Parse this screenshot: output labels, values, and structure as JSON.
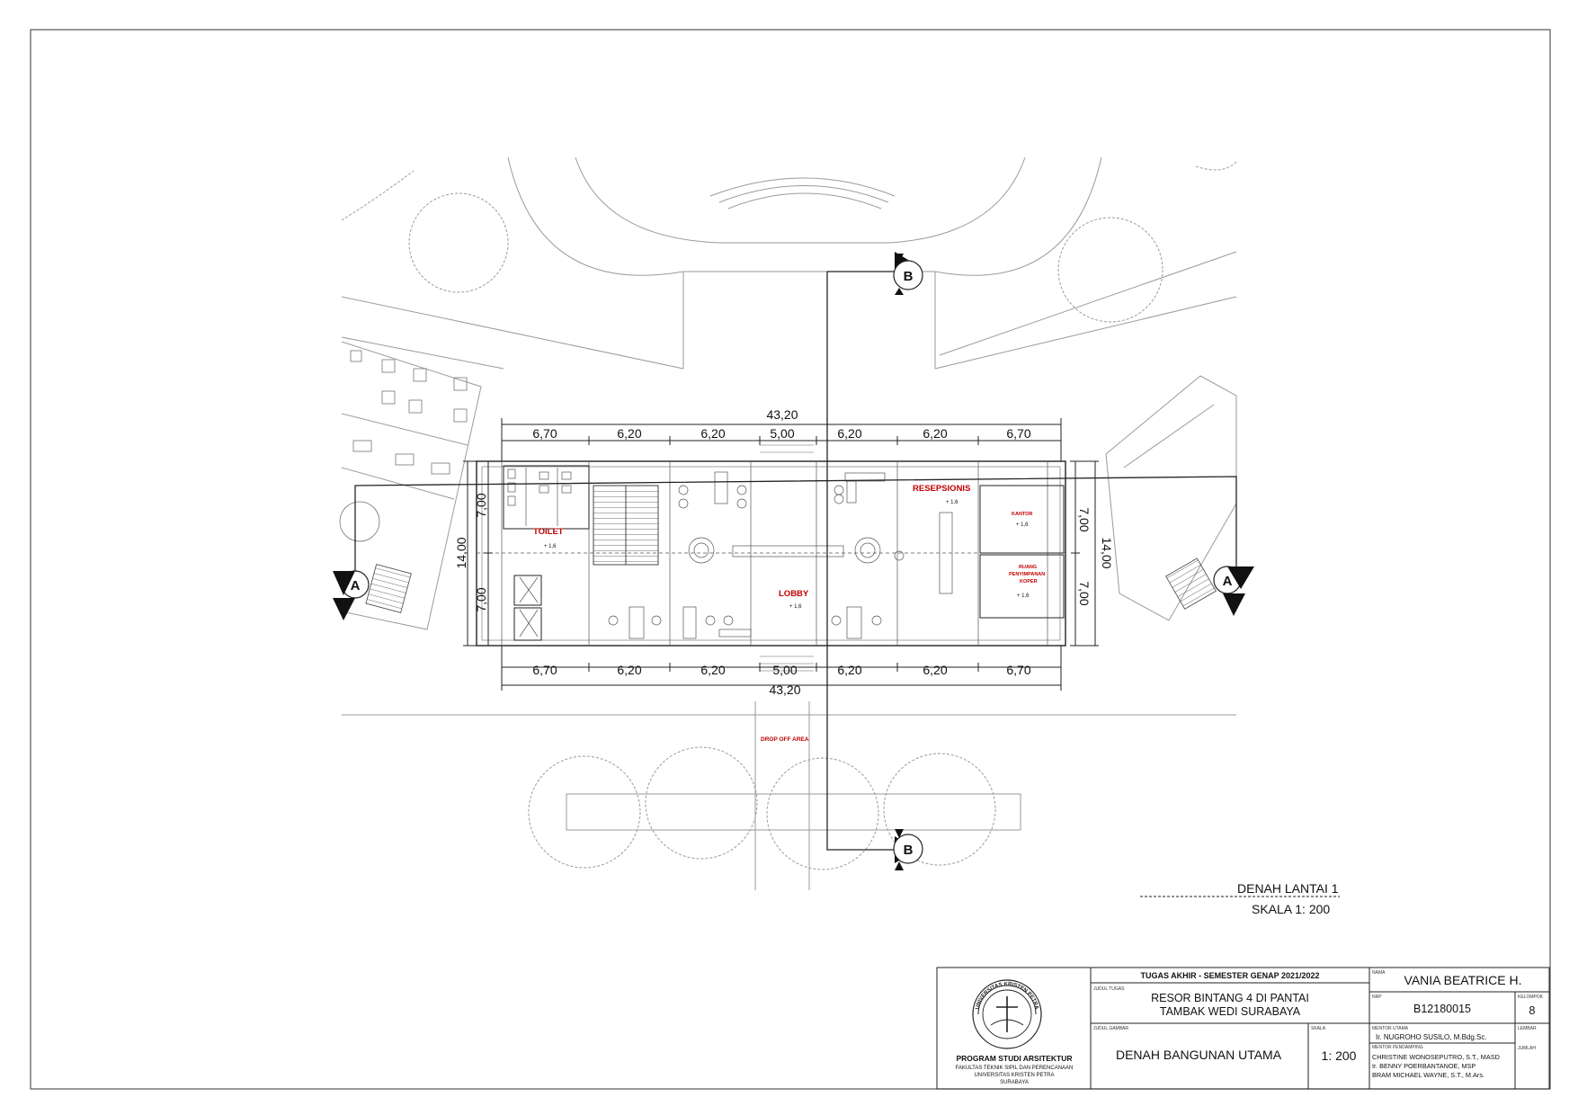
{
  "dimensions": {
    "overall_top": "43,20",
    "overall_bottom": "43,20",
    "top_bays": [
      "6,70",
      "6,20",
      "6,20",
      "5,00",
      "6,20",
      "6,20",
      "6,70"
    ],
    "bottom_bays": [
      "6,70",
      "6,20",
      "6,20",
      "5,00",
      "6,20",
      "6,20",
      "6,70"
    ],
    "left_total": "14,00",
    "left_parts": [
      "7,00",
      "7,00"
    ],
    "right_total": "14,00",
    "right_parts": [
      "7,00",
      "7,00"
    ]
  },
  "rooms": {
    "toilet": {
      "name": "TOILET",
      "level": "+ 1,6"
    },
    "lobby": {
      "name": "LOBBY",
      "level": "+ 1,6"
    },
    "resepsionis": {
      "name": "RESEPSIONIS",
      "level": "+ 1,6"
    },
    "kantor": {
      "name": "KANTOR",
      "level": "+ 1,6"
    },
    "ruang_penyimpanan": {
      "line1": "RUANG",
      "line2": "PENYIMPANAN",
      "line3": "KOPER",
      "level": "+ 1,6"
    },
    "drop_off": {
      "name": "DROP OFF AREA"
    }
  },
  "section_marks": {
    "a_left": "A",
    "a_right": "A",
    "b_top": "B",
    "b_bottom": "B"
  },
  "drawing_title": {
    "name": "DENAH LANTAI 1",
    "scale": "SKALA 1: 200"
  },
  "title_block": {
    "assignment": "TUGAS AKHIR - SEMESTER GENAP 2021/2022",
    "judul_tugas_label": "JUDUL TUGAS",
    "project_line1": "RESOR BINTANG 4 DI PANTAI",
    "project_line2": "TAMBAK WEDI SURABAYA",
    "judul_gambar_label": "JUDUL GAMBAR",
    "drawing_name": "DENAH BANGUNAN UTAMA",
    "skala_label": "SKALA",
    "scale": "1: 200",
    "nama_label": "NAMA",
    "student_name": "VANIA BEATRICE H.",
    "nrp_label": "NRP",
    "nrp": "B12180015",
    "kelompok_label": "KELOMPOK",
    "kelompok": "8",
    "mentor_utama_label": "MENTOR UTAMA",
    "mentor_utama": "Ir. NUGROHO SUSILO, M.Bdg.Sc.",
    "mentor_pendamping_label": "MENTOR PENDAMPING",
    "mentor_pendamping": [
      "CHRISTINE WONOSEPUTRO, S.T., MASD",
      "Ir. BENNY POERBANTANOE, MSP",
      "BRAM MICHAEL WAYNE, S.T., M.Ars."
    ],
    "lembar_label": "LEMBAR",
    "jumlah_label": "JUMLAH",
    "school_line1": "PROGRAM STUDI ARSITEKTUR",
    "school_line2": "FAKULTAS TEKNIK SIPIL DAN PERENCANAAN",
    "school_line3": "UNIVERSITAS KRISTEN PETRA",
    "school_line4": "SURABAYA",
    "seal_text": "UNIVERSITAS KRISTEN PETRA"
  }
}
